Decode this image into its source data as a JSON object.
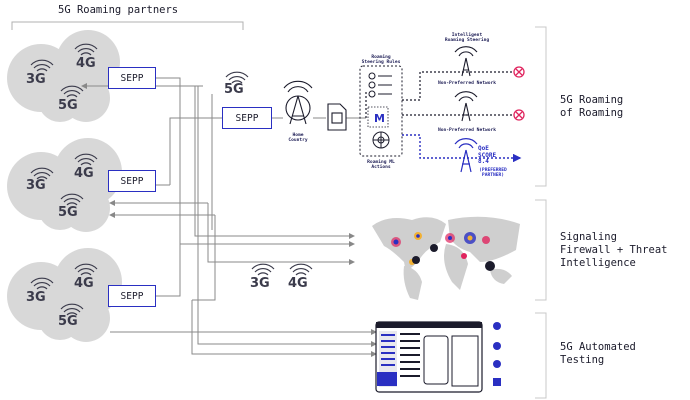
{
  "title": "5G Roaming partners",
  "sepp_label": "SEPP",
  "technology_labels": {
    "g3": "3G",
    "g4": "4G",
    "g5": "5G"
  },
  "home_country": "Home\nCountry",
  "steering": {
    "rules": "Roaming\nSteering Rules",
    "intelligent": "Intelligent\nRoaming Steering",
    "ml_actions": "Roaming ML\nActions",
    "non_preferred": "Non-Preferred Network",
    "qoe_score": "QoE\nSCORE\n8.4",
    "preferred": "(PREFERRED\nPARTNER)"
  },
  "sections": {
    "roaming_of_roaming": "5G Roaming\nof Roaming",
    "signaling": "Signaling\nFirewall + Threat\nIntelligence",
    "testing": "5G Automated\nTesting"
  },
  "colors": {
    "accent": "#2a2fc2",
    "cloud": "#d8d8d8",
    "line": "#888888",
    "threat": "#e0245e"
  }
}
